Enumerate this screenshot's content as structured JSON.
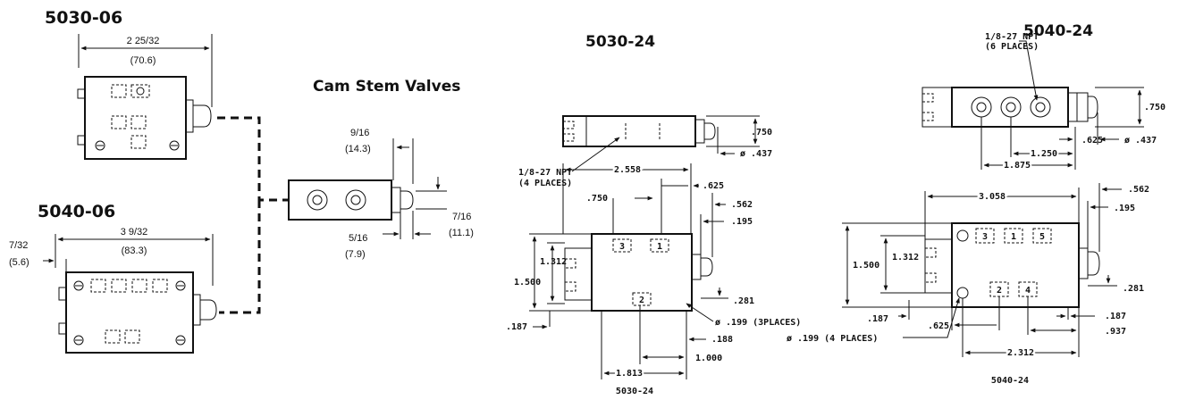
{
  "titles": {
    "v5030_06": "5030-06",
    "v5040_06": "5040-06",
    "cam_stem": "Cam Stem Valves",
    "v5030_24": "5030-24",
    "v5040_24": "5040-24"
  },
  "dims_5030_06": {
    "width_frac": "2 25/32",
    "width_mm": "(70.6)"
  },
  "dims_5040_06": {
    "width_frac": "3 9/32",
    "width_mm": "(83.3)",
    "offset_frac": "7/32",
    "offset_mm": "(5.6)"
  },
  "dims_cam": {
    "d1_frac": "9/16",
    "d1_mm": "(14.3)",
    "d2_frac": "7/16",
    "d2_mm": "(11.1)",
    "d3_frac": "5/16",
    "d3_mm": "(7.9)"
  },
  "dims_5030_24": {
    "top_port_note_1": "1/8-27 NPT",
    "top_port_note_2": "(4 PLACES)",
    "top_height": ".750",
    "top_dia": "ø .437",
    "overall": "2.558",
    "offset_625": ".625",
    "d750": ".750",
    "d562": ".562",
    "d195": ".195",
    "height_1312": "1.312",
    "height_1500": "1.500",
    "d281": ".281",
    "d187": ".187",
    "hole_note": "ø .199 (3PLACES)",
    "d188": ".188",
    "d1000": "1.000",
    "d1813": "1.813",
    "caption": "5030-24"
  },
  "dims_5040_24": {
    "top_port_note_1": "1/8-27 NPT",
    "top_port_note_2": "(6 PLACES)",
    "top_height": ".750",
    "top_625": ".625",
    "top_dia": "ø .437",
    "d1250": "1.250",
    "d1875": "1.875",
    "overall": "3.058",
    "d562": ".562",
    "d195": ".195",
    "height_1312": "1.312",
    "height_1500": "1.500",
    "d281": ".281",
    "d187_left": ".187",
    "d625": ".625",
    "hole_note": "ø .199 (4 PLACES)",
    "d187_right": ".187",
    "d937": ".937",
    "d2312": "2.312",
    "caption": "5040-24"
  },
  "pad_labels": {
    "p3": "3",
    "p1": "1",
    "p5": "5",
    "p2": "2",
    "p4": "4"
  }
}
